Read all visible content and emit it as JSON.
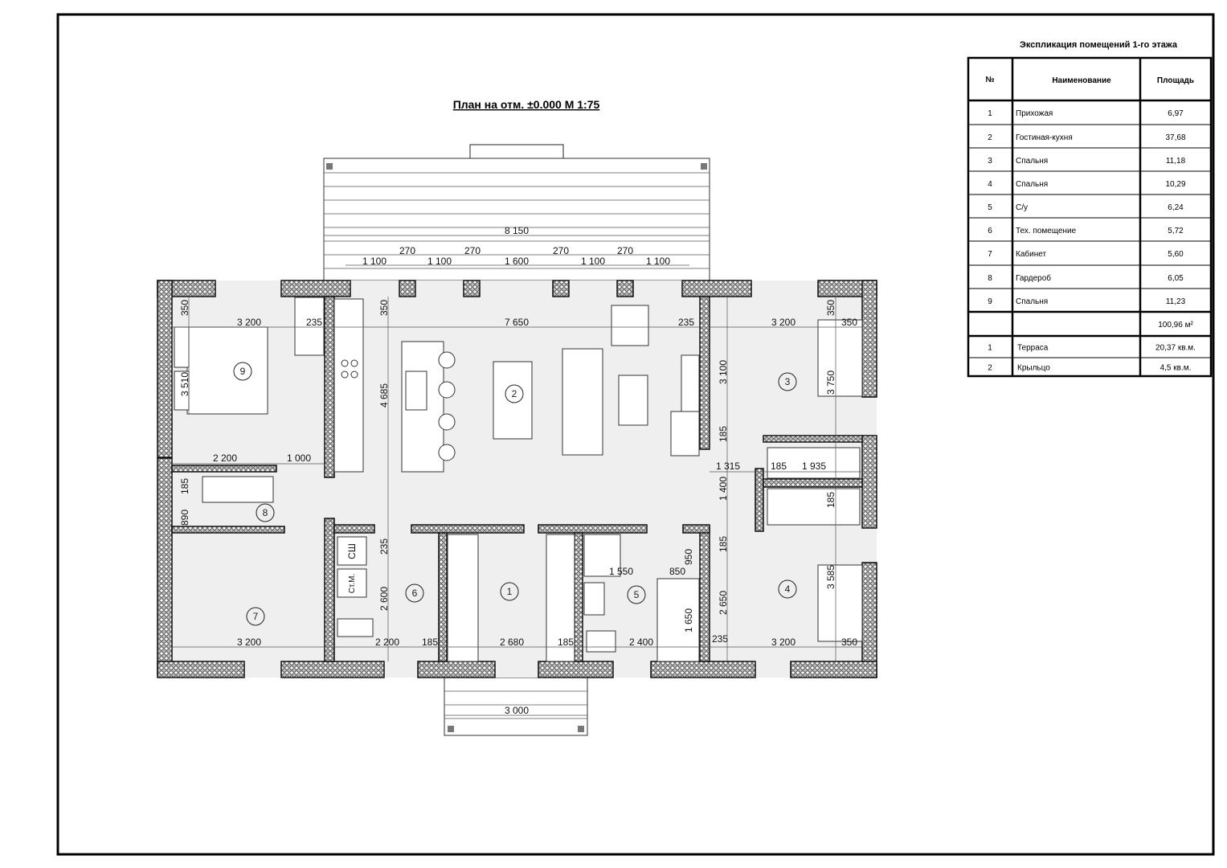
{
  "plan": {
    "title": "План на отм. ±0.000   М 1:75",
    "dimensions": [
      "8 150",
      "270",
      "270",
      "270",
      "270",
      "1 100",
      "1 100",
      "1 600",
      "1 100",
      "1 100",
      "350",
      "3 200",
      "235",
      "350",
      "7 650",
      "235",
      "3 200",
      "350",
      "350",
      "3 510",
      "4 685",
      "3 100",
      "3 750",
      "185",
      "2 200",
      "1 000",
      "1 315",
      "185",
      "1 935",
      "185",
      "1 400",
      "185",
      "890",
      "235",
      "950",
      "185",
      "1 550",
      "850",
      "3 585",
      "2 600",
      "2 650",
      "1 650",
      "3 200",
      "2 200",
      "185",
      "2 680",
      "185",
      "2 400",
      "235",
      "3 200",
      "350",
      "3 000"
    ],
    "room_numbers": [
      "9",
      "2",
      "3",
      "8",
      "6",
      "1",
      "5",
      "7",
      "4"
    ],
    "appliances": {
      "boiler": "СШ",
      "washer": "Ст.М."
    }
  },
  "explication": {
    "title": "Экспликация помещений 1-го этажа",
    "headers": {
      "num": "№",
      "name": "Наименование",
      "area": "Площадь"
    },
    "rooms": [
      {
        "num": "1",
        "name": "Прихожая",
        "area": "6,97"
      },
      {
        "num": "2",
        "name": "Гостиная-кухня",
        "area": "37,68"
      },
      {
        "num": "3",
        "name": "Спальня",
        "area": "11,18"
      },
      {
        "num": "4",
        "name": "Спальня",
        "area": "10,29"
      },
      {
        "num": "5",
        "name": "С/у",
        "area": "6,24"
      },
      {
        "num": "6",
        "name": "Тех. помещение",
        "area": "5,72"
      },
      {
        "num": "7",
        "name": "Кабинет",
        "area": "5,60"
      },
      {
        "num": "8",
        "name": "Гардероб",
        "area": "6,05"
      },
      {
        "num": "9",
        "name": "Спальня",
        "area": "11,23"
      }
    ],
    "total": "100,96 м²",
    "outdoor": [
      {
        "num": "1",
        "name": "Терраса",
        "area": "20,37 кв.м."
      },
      {
        "num": "2",
        "name": "Крыльцо",
        "area": "4,5 кв.м."
      }
    ]
  }
}
